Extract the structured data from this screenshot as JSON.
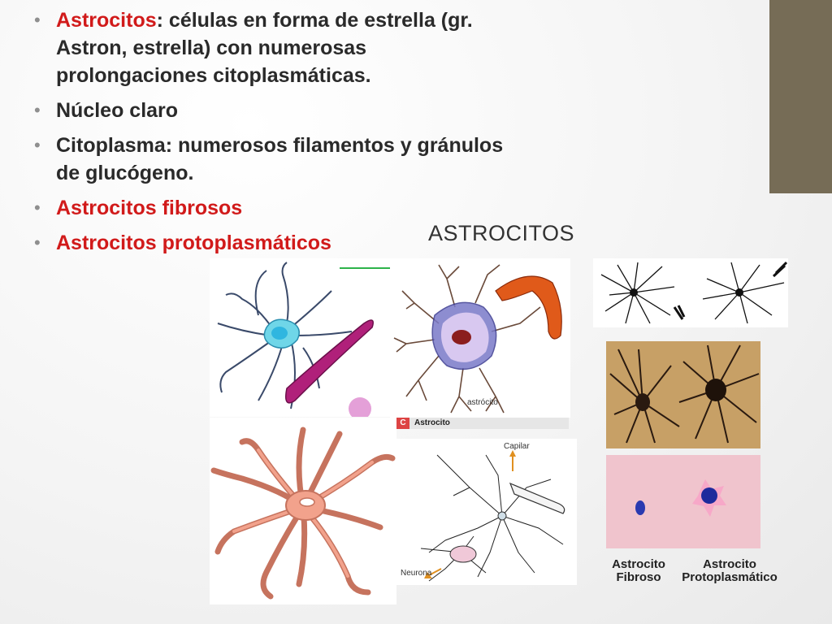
{
  "bullets": [
    {
      "highlight": "Astrocitos",
      "text": ": células en forma de estrella (gr. Astron, estrella) con numerosas prolongaciones citoplasmáticas."
    },
    {
      "highlight": "",
      "text": "Núcleo claro"
    },
    {
      "highlight": "",
      "text": "Citoplasma: numerosos filamentos y gránulos de glucógeno."
    },
    {
      "highlight": "Astrocitos fibrosos",
      "text": ""
    },
    {
      "highlight": "Astrocitos protoplasmáticos",
      "text": ""
    }
  ],
  "figure": {
    "title": "ASTROCITOS",
    "center_label": "astrócito",
    "caption_letter": "C",
    "caption_text": "Astrocito",
    "capilar_label": "Capilar",
    "neurona_label": "Neurona",
    "fibroso_label": "Astrocito Fibroso",
    "protoplasmatico_label": "Astrocito Protoplasmático"
  },
  "colors": {
    "accent_red": "#d11a1a",
    "side_bar": "#766c56",
    "text": "#2a2a2a"
  }
}
